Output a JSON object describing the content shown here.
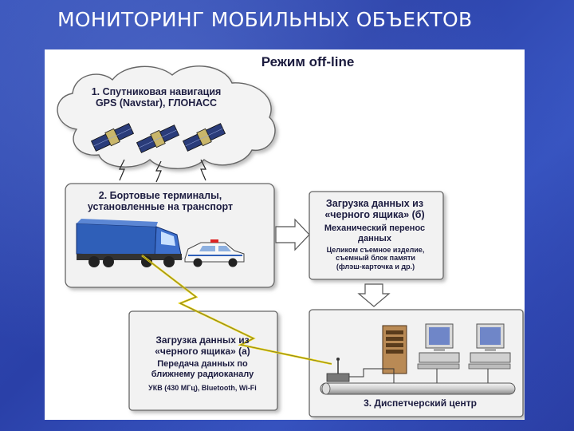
{
  "slide": {
    "title": "МОНИТОРИНГ МОБИЛЬНЫХ ОБЪЕКТОВ"
  },
  "diagram": {
    "mode_label": "Режим off-line",
    "satellite": {
      "line1": "1. Спутниковая навигация",
      "line2": "GPS (Navstar), ГЛОНАСС"
    },
    "terminals": {
      "line1": "2. Бортовые терминалы,",
      "line2": "установленные на транспорт"
    },
    "black_box_b": {
      "line1": "Загрузка данных из",
      "line2": "«черного ящика» (б)",
      "sub1": "Механический перенос",
      "sub2": "данных",
      "note1": "Целиком съемное изделие,",
      "note2": "съемный блок памяти",
      "note3": "(флэш-карточка и др.)"
    },
    "black_box_a": {
      "line1": "Загрузка данных из",
      "line2": "«черного ящика» (а)",
      "sub1": "Передача данных по",
      "sub2": "ближнему радиоканалу",
      "note1": "УКВ (430 МГц), Bluetooth, Wi-Fi"
    },
    "dispatch": {
      "label": "3. Диспетчерский центр"
    }
  },
  "colors": {
    "background": "#2f47b0",
    "panel": "#ffffff",
    "box_fill": "#f2f2f2",
    "truck_blue": "#2f5fb8",
    "text_dark": "#1c1c40"
  }
}
